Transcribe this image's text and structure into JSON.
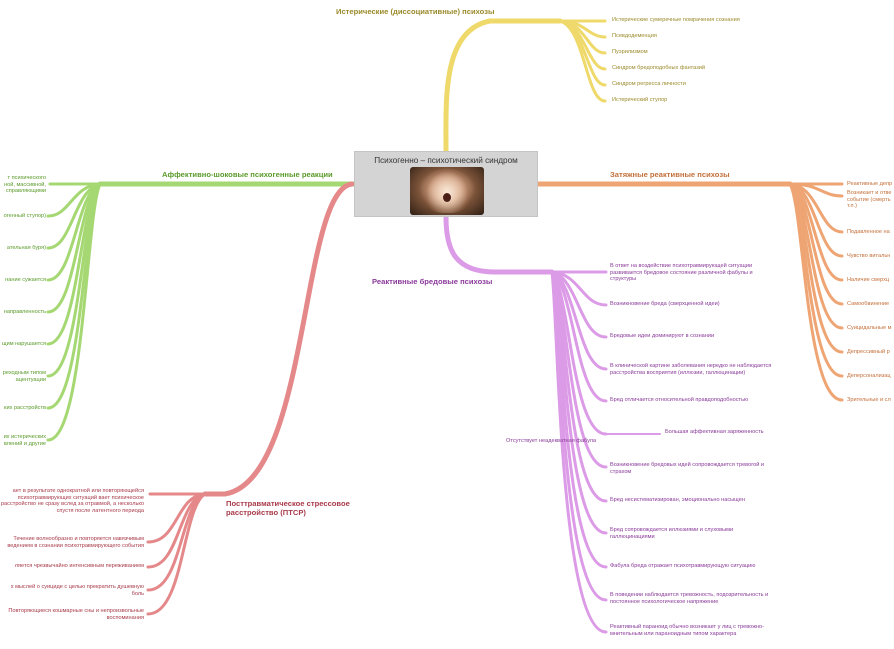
{
  "colors": {
    "yellow": "#eed96a",
    "orange": "#eea573",
    "green": "#a5d873",
    "red": "#e4888a",
    "purple": "#dc9be6",
    "yellow_text": "#9a8a2a",
    "orange_text": "#c4703a",
    "green_text": "#5a9a2a",
    "red_text": "#a83a4a",
    "purple_text": "#8a3a9a",
    "center_bg": "#d4d4d4"
  },
  "center": {
    "title": "Психогенно – психотический синдром"
  },
  "branches": {
    "yellow": {
      "label": "Истерические (диссоциативные) психозы",
      "items": [
        "Истерические сумеречные помрачения сознания",
        "Псевдодеменция",
        "Пуэрилизмом",
        "Синдром бредоподобных фантазий",
        "Синдром регресса личности",
        "Истерический ступор"
      ]
    },
    "orange": {
      "label": "Затяжные реактивные психозы",
      "items": [
        "Реактивные депр",
        "Возникает и отве событие (смерть т.п.)",
        "Подавленное на",
        "Чувство витальн",
        "Наличие сверхц",
        "Самообвинение",
        "Суицидальные м",
        "Депрессивный р",
        "Деперсонализац",
        "Зрительные и сл"
      ]
    },
    "green": {
      "label": "Аффективно-шоковые психогенные реакции",
      "items": [
        "т психического ной, массивной, справляющими",
        "огенный ступор)",
        "ательная буря)",
        "нание сужается",
        "направленность",
        "щим нарушается",
        "реходным типом ацентуации",
        "ких расстройств",
        "их истерических влений и другие"
      ]
    },
    "red": {
      "label": "Посттравматическое стрессовое расстройство (ПТСР)",
      "items": [
        "ает в результате однократной или повторяющейся психотравмирующих ситуаций вает психическое расстройство не сразу вслед за отравмой, а несколько спустя после латентного периода",
        "Течение волнообразно и повторяется навязчивым ведением в сознании психотравмирующего события",
        "ляется чрезвычайно интенсивным переживанием",
        "х мыслей о суициде с целью прекратить душевную боль",
        "Повторяющиеся кошмарные сны и непроизвольные воспоминания"
      ]
    },
    "purple": {
      "label": "Реактивные бредовые психозы",
      "items": [
        "В ответ на воздействие психотравмирующей ситуации развивается бредовое состояние различной фабулы и структуры",
        "Возникновение бреда (сверхценной идеи)",
        "Бредовые идеи доминируют в сознании",
        "В клинической картине заболевания нередко не наблюдается расстройства восприятия (иллюзии, галлюцинации)",
        "Бред отличается относительной правдоподобностью",
        "Отсутствует неадекватная фабула",
        "Возникновение бредовых идей сопровождается тревогой и страхом",
        "Бред несистематизирован, эмоционально насыщен",
        "Бред сопровождается иллюзиями и слуховыми галлюцинациями",
        "Фабула бреда отражает психотравмирующую ситуацию",
        "В поведении наблюдается тревожность, подозрительность и постоянное психологическое напряжение",
        "Реактивный параноид обычно возникает у лиц с тревожно-мнительным или параноидным типом характера"
      ],
      "sub_item": "Большая аффективная заряженность"
    }
  }
}
